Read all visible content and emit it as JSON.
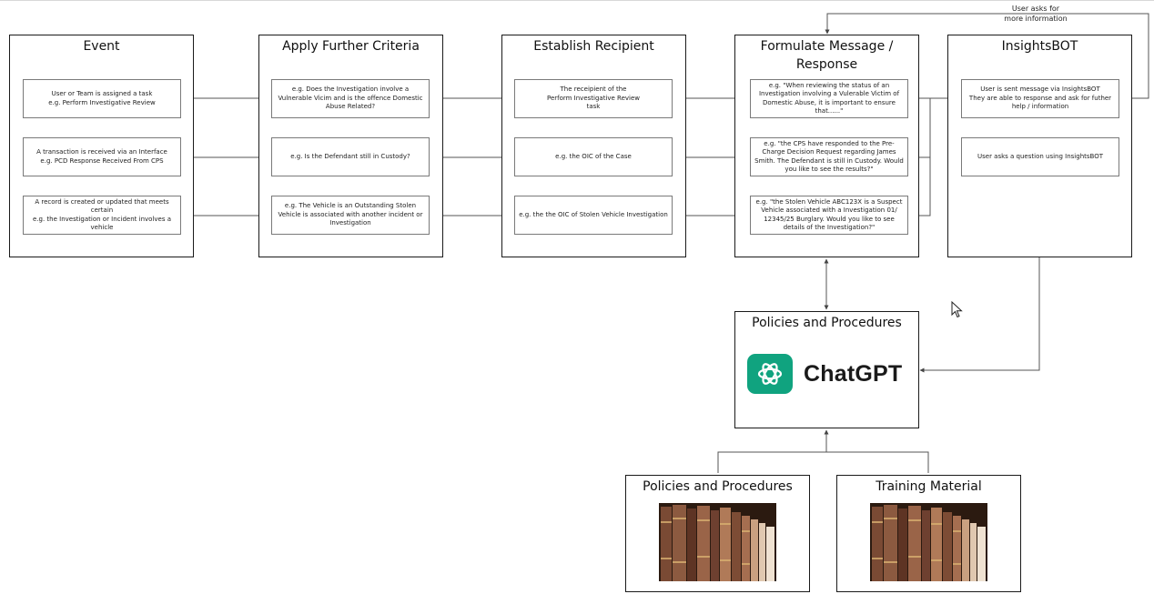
{
  "feedback_note": "User asks for\nmore information",
  "columns": {
    "event": {
      "title": "Event",
      "cards": [
        "User or Team is assigned a task\ne.g. Perform Investigative Review",
        "A transaction is received via an Interface\ne.g. PCD Response Received From CPS",
        "A record is created or updated that meets certain\ne.g. the Investigation or Incident involves a vehicle"
      ]
    },
    "criteria": {
      "title": "Apply Further Criteria",
      "cards": [
        "e.g. Does the Investigation involve a Vulnerable Vicim and is the offence Domestic Abuse Related?",
        "e.g. Is the Defendant still in Custody?",
        "e.g. The Vehicle is an Outstanding Stolen Vehicle is associated with another incident or Investigation"
      ]
    },
    "recipient": {
      "title": "Establish Recipient",
      "cards": [
        "The receipient of the\nPerform Investigative Review\ntask",
        "e.g. the OIC of the Case",
        "e.g. the the OIC of Stolen Vehicle Investigation"
      ]
    },
    "message": {
      "title": "Formulate Message /\nResponse",
      "cards": [
        "e.g. \"When reviewing the status of an Investigation involving a Vulerable Victim of Domestic Abuse, it is important to ensure that......\"",
        "e.g. \"the CPS have responded to the Pre-Charge Decision Request regarding James Smith. The Defendant is still in Custody. Would you like to see the results?\"",
        "e.g. \"the Stolen Vehicle ABC123X is a  Suspect Vehicle associated with a Investigation 01/ 12345/25 Burglary. Would you like to see details of the Investigation?\""
      ]
    },
    "bot": {
      "title": "InsightsBOT",
      "cards": [
        "User is sent message via InsightsBOT\nThey are able to response and ask for futher help / information",
        "User asks a question using InsightsBOT"
      ]
    }
  },
  "policies_box": {
    "title": "Policies and Procedures",
    "logo_text": "ChatGPT",
    "logo_color": "#10a37f"
  },
  "sources": [
    {
      "title": "Policies and Procedures",
      "image": "bookshelf-photo"
    },
    {
      "title": "Training Material",
      "image": "bookshelf-photo"
    }
  ]
}
